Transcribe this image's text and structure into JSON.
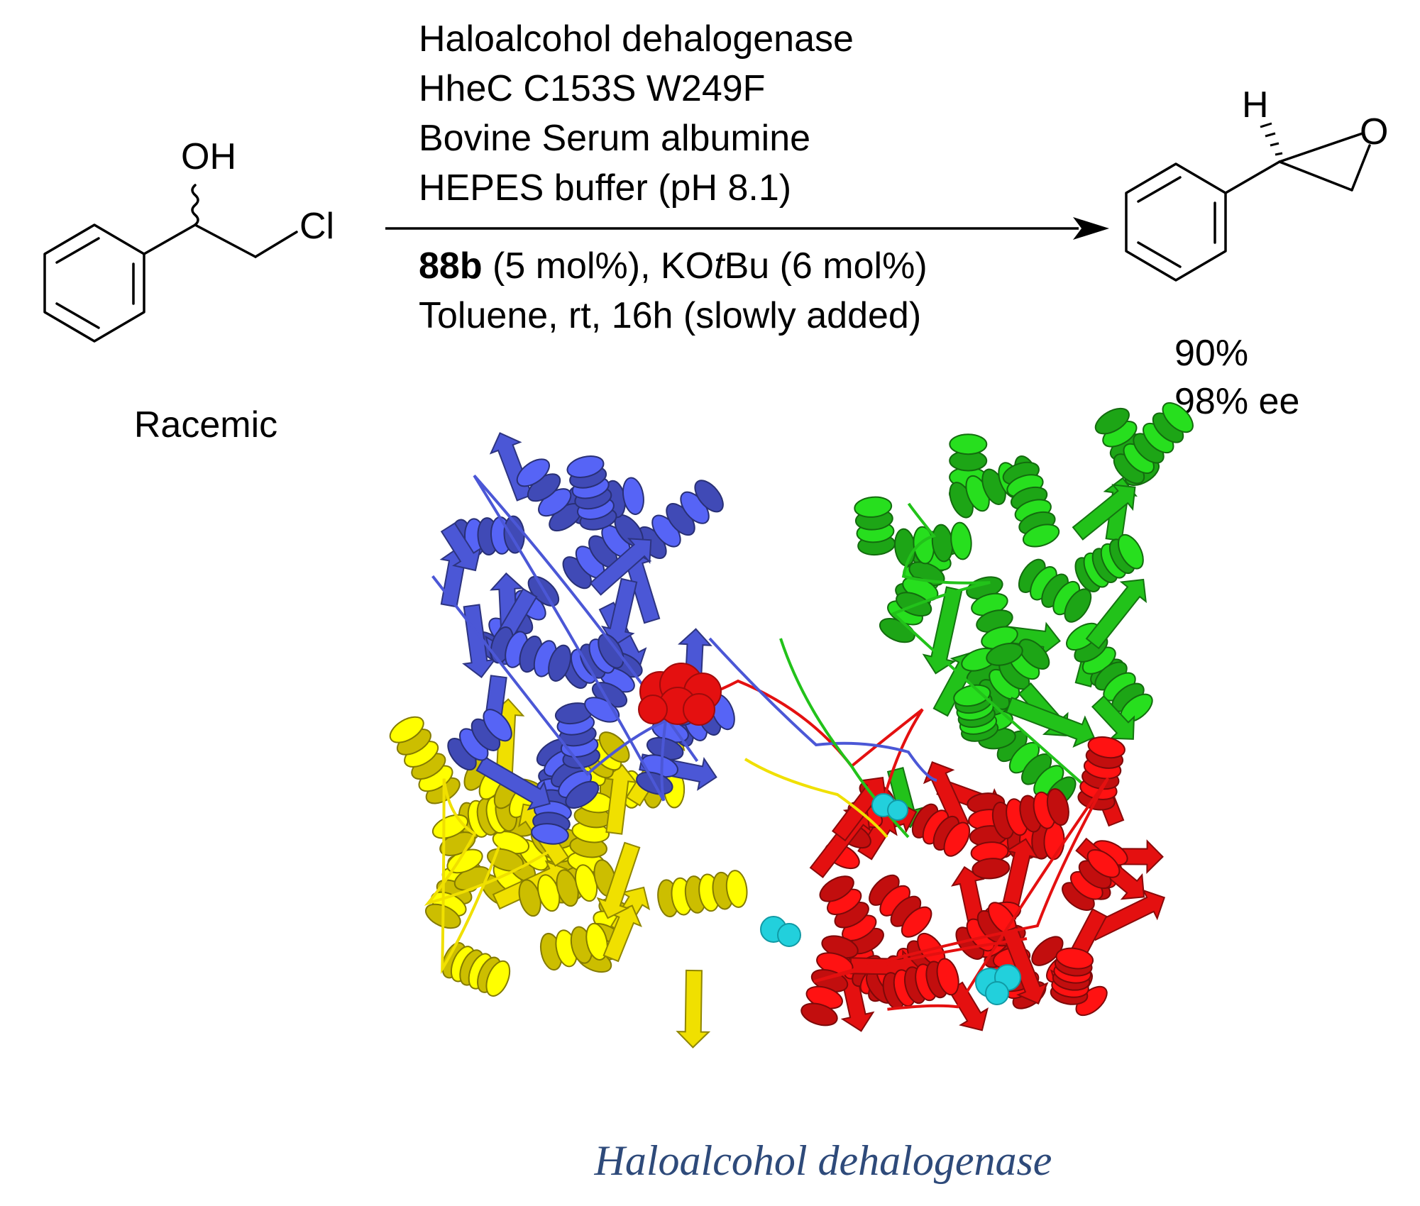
{
  "reactant": {
    "atoms": {
      "hydroxyl": "OH",
      "chlorine": "Cl"
    },
    "label": "Racemic"
  },
  "conditions": {
    "enzyme_line1": "Haloalcohol dehalogenase",
    "enzyme_line2": "HheC C153S W249F",
    "enzyme_line3": "Bovine Serum albumine",
    "enzyme_line4": "HEPES buffer (pH 8.1)",
    "catalyst_bold": "88b",
    "catalyst_rest_pre": " (5 mol%), KO",
    "catalyst_italic": "t",
    "catalyst_rest_post": "Bu (6 mol%)",
    "solvent_line": "Toluene, rt, 16h (slowly added)"
  },
  "product": {
    "atoms": {
      "hydrogen": "H",
      "oxygen": "O"
    },
    "yield": "90%",
    "ee": "98% ee"
  },
  "protein": {
    "caption": "Haloalcohol dehalogenase",
    "colors": {
      "chain_a": "#4b57d6",
      "chain_b": "#22c21a",
      "chain_c": "#f0e000",
      "chain_d": "#e41010",
      "ligand_site": "#22d0dc",
      "caption": "#2e4a7a"
    }
  }
}
